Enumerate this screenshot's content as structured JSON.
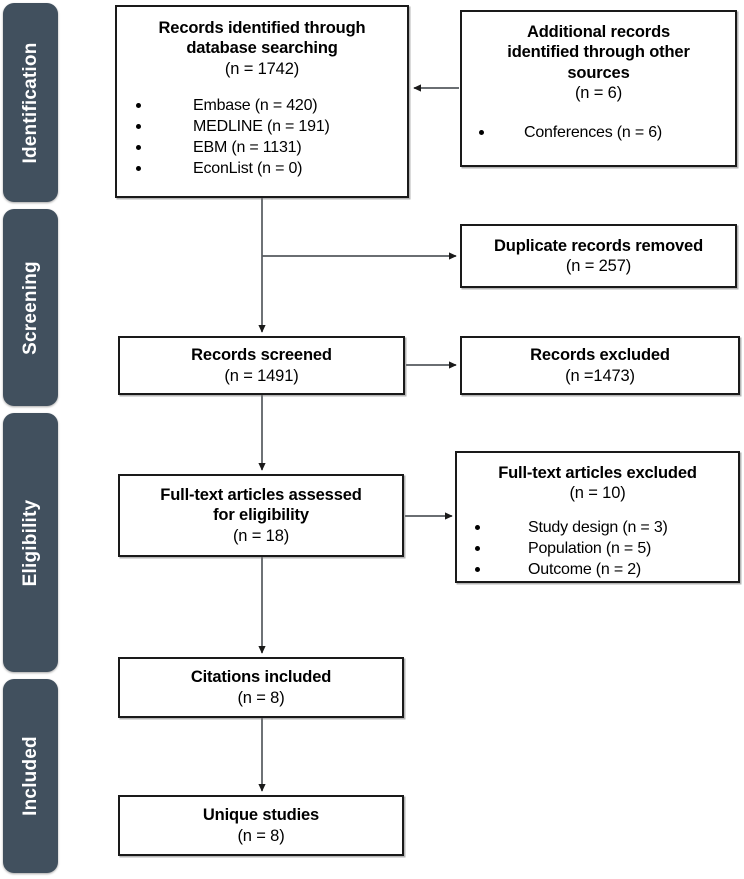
{
  "diagram": {
    "title": "PRISMA flow diagram",
    "accent_color": "#41505e",
    "box_border_color": "#1a1a1a",
    "box_fill_color": "#ffffff"
  },
  "phases": [
    {
      "label": "Identification"
    },
    {
      "label": "Screening"
    },
    {
      "label": "Eligibility"
    },
    {
      "label": "Included"
    }
  ],
  "boxes": {
    "database_search": {
      "head_line1": "Records identified through",
      "head_line2": "database searching",
      "count": "(n = 1742)",
      "bullets": [
        "Embase (n = 420)",
        "MEDLINE (n = 191)",
        "EBM (n = 1131)",
        "EconList (n = 0)"
      ]
    },
    "other_sources": {
      "head_line1": "Additional records",
      "head_line2": "identified through other",
      "head_line3": "sources",
      "count": "(n = 6)",
      "bullets": [
        "Conferences (n = 6)"
      ]
    },
    "duplicates_removed": {
      "head_line1": "Duplicate records removed",
      "count": "(n = 257)"
    },
    "records_screened": {
      "head_line1": "Records screened",
      "count": "(n = 1491)"
    },
    "records_excluded": {
      "head_line1": "Records excluded",
      "count": "(n =1473)"
    },
    "fulltext_assessed": {
      "head_line1": "Full-text articles assessed",
      "head_line2": "for eligibility",
      "count": "(n = 18)"
    },
    "fulltext_excluded": {
      "head_line1": "Full-text articles excluded",
      "count": "(n = 10)",
      "bullets": [
        "Study design (n = 3)",
        "Population (n = 5)",
        "Outcome (n = 2)"
      ]
    },
    "citations_included": {
      "head_line1": "Citations included",
      "count": "(n = 8)"
    },
    "unique_studies": {
      "head_line1": "Unique studies",
      "count": "(n = 8)"
    }
  }
}
